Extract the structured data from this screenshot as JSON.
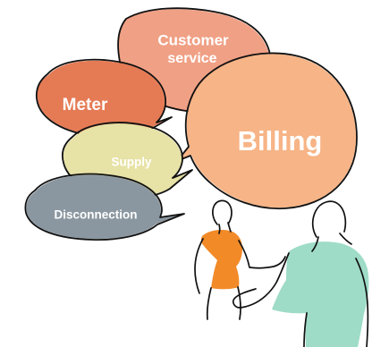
{
  "bubbles": {
    "customer_service": {
      "line1": "Customer",
      "line2": "service",
      "color": "#f0a085"
    },
    "meter": {
      "label": "Meter",
      "color": "#e57b55"
    },
    "billing": {
      "label": "Billing",
      "color": "#f7b486"
    },
    "supply": {
      "label": "Supply",
      "color": "#e7e2a5"
    },
    "disconnection": {
      "label": "Disconnection",
      "color": "#8b97a0"
    }
  },
  "people": {
    "left_person_shirt_color": "#f28a28",
    "right_person_shirt_color": "#9fdcc8"
  }
}
